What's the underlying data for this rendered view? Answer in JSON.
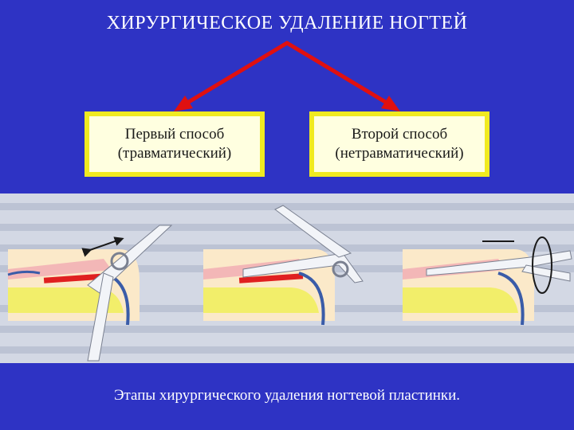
{
  "slide": {
    "title": "ХИРУРГИЧЕСКОЕ УДАЛЕНИЕ НОГТЕЙ",
    "left_box": {
      "line1": "Первый способ",
      "line2": "(травматический)"
    },
    "right_box": {
      "line1": "Второй способ",
      "line2": "(нетравматический)"
    },
    "caption": "Этапы хирургического удаления ногтевой пластинки.",
    "colors": {
      "background": "#2e33c4",
      "arrow": "#e01010",
      "box_border": "#f0ea20",
      "box_fill": "#ffffe0"
    }
  }
}
